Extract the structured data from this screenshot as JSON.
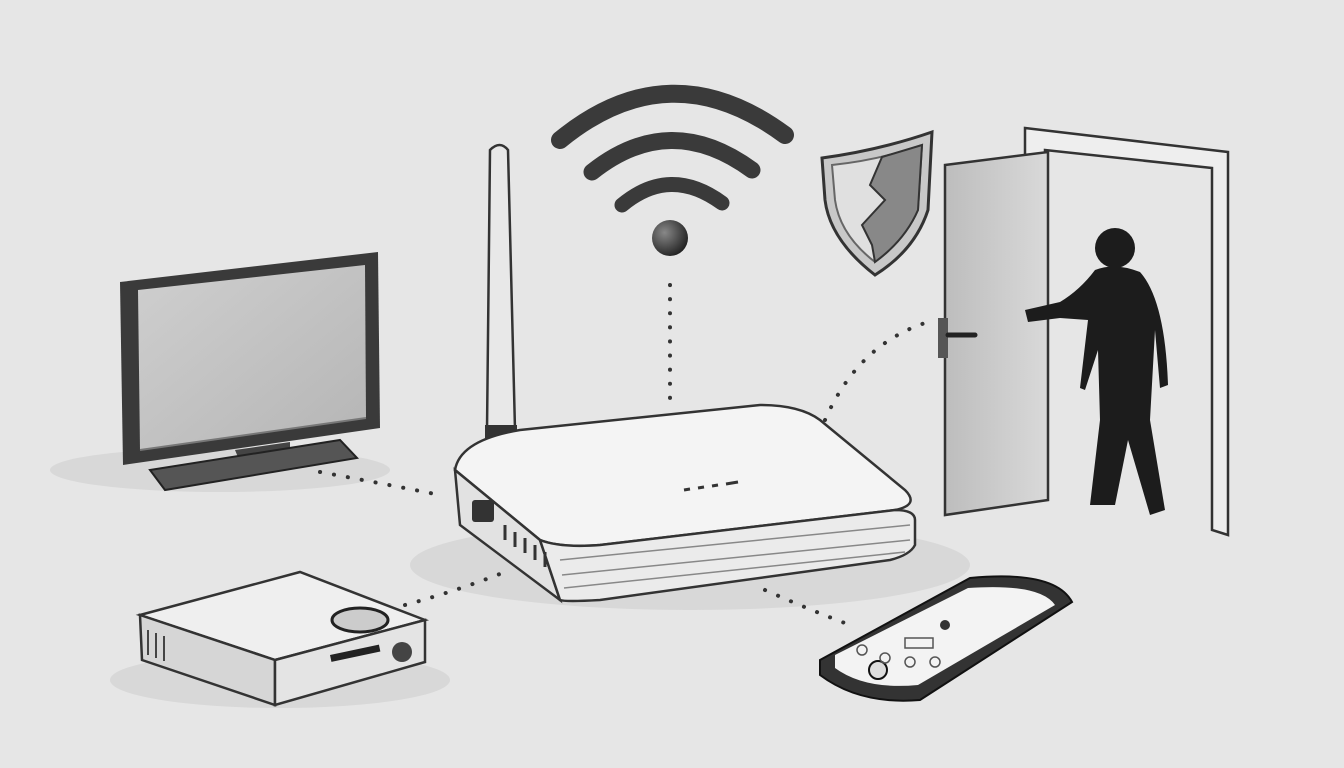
{
  "colors": {
    "background": "#e6e6e6",
    "ink": "#2a2a2a",
    "light_fill": "#f2f2f2",
    "mid_gray": "#9a9a9a",
    "silhouette": "#1c1c1c"
  },
  "icons": [
    "wifi-icon",
    "shield-icon",
    "router",
    "tv",
    "set-top-box",
    "smartphone",
    "door",
    "intruder-silhouette"
  ]
}
